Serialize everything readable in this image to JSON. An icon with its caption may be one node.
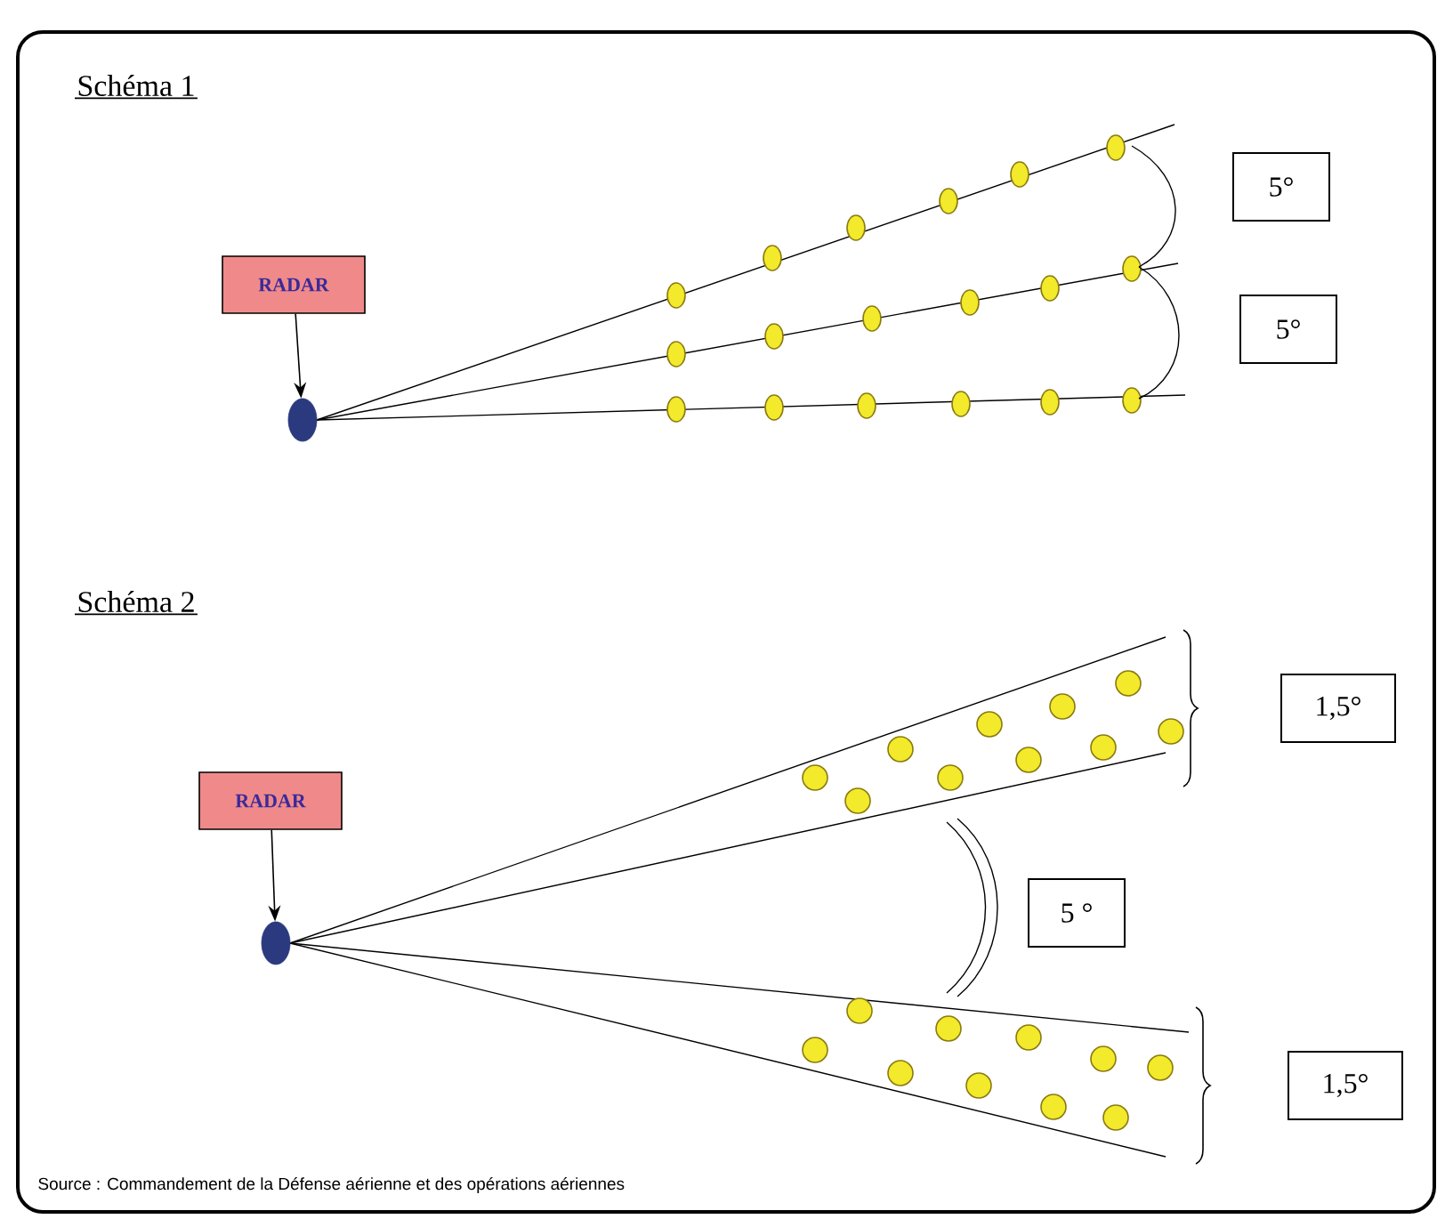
{
  "diagram": {
    "nodes": [
      {
        "text": [
          "RADAR"
        ]
      },
      {
        "text": [],
        "shape": "circle"
      },
      {
        "text": [
          "5°"
        ]
      },
      {
        "text": [
          "5°"
        ]
      },
      {
        "text": [
          "RADAR"
        ]
      },
      {
        "text": [],
        "shape": "circle"
      },
      {
        "text": [
          "1,5°"
        ]
      },
      {
        "text": [
          "5 °"
        ]
      },
      {
        "text": [
          "1,5°"
        ]
      }
    ],
    "edges": [
      {
        "from": 0,
        "to": 1,
        "arrow": "to"
      },
      {
        "from": 4,
        "to": 5,
        "arrow": "to"
      }
    ],
    "labels": [
      "Schéma 1",
      "Schéma 2",
      "Source : Commandement de la Défense aérienne et des opérations aériennes"
    ]
  }
}
